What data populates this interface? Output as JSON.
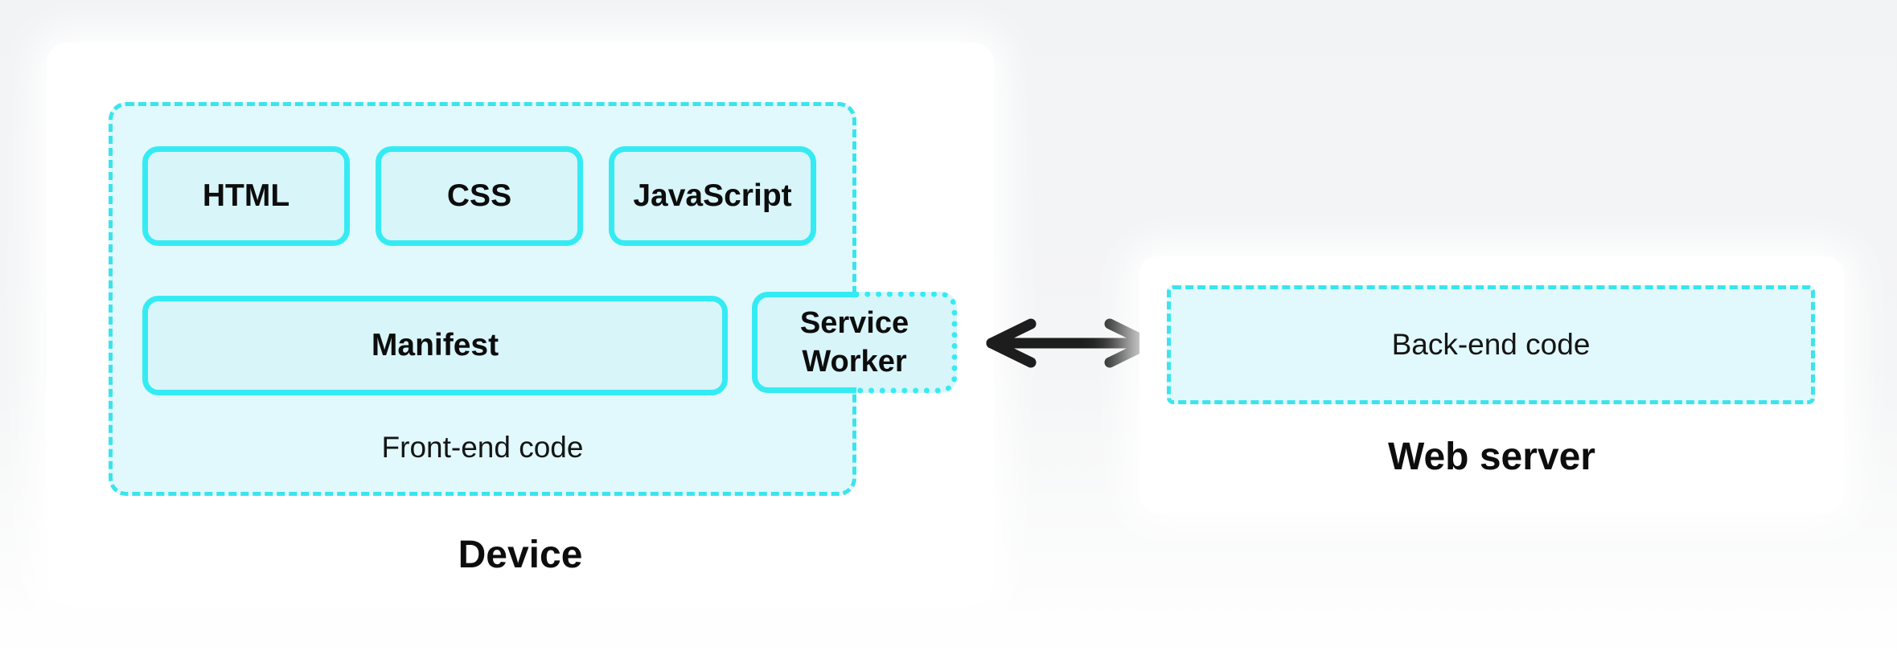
{
  "colors": {
    "accent_cyan": "#35ebf3",
    "dash_cyan": "#3be4ed",
    "panel_fill": "#e1f9fc",
    "box_fill": "#d8f5fa",
    "arrow_black": "#1d1d1d",
    "canvas_top": "#f2f3f5",
    "canvas_bottom": "#ffffff",
    "card_white": "#ffffff",
    "text_black": "#111111"
  },
  "device": {
    "label": "Device",
    "frontend": {
      "label": "Front-end code",
      "row1": [
        "HTML",
        "CSS",
        "JavaScript"
      ],
      "manifest_label": "Manifest",
      "service_worker": {
        "line1": "Service",
        "line2": "Worker"
      }
    }
  },
  "connection": {
    "arrow_icon": "double-headed-arrow"
  },
  "web_server": {
    "label": "Web server",
    "backend_label": "Back-end code"
  }
}
